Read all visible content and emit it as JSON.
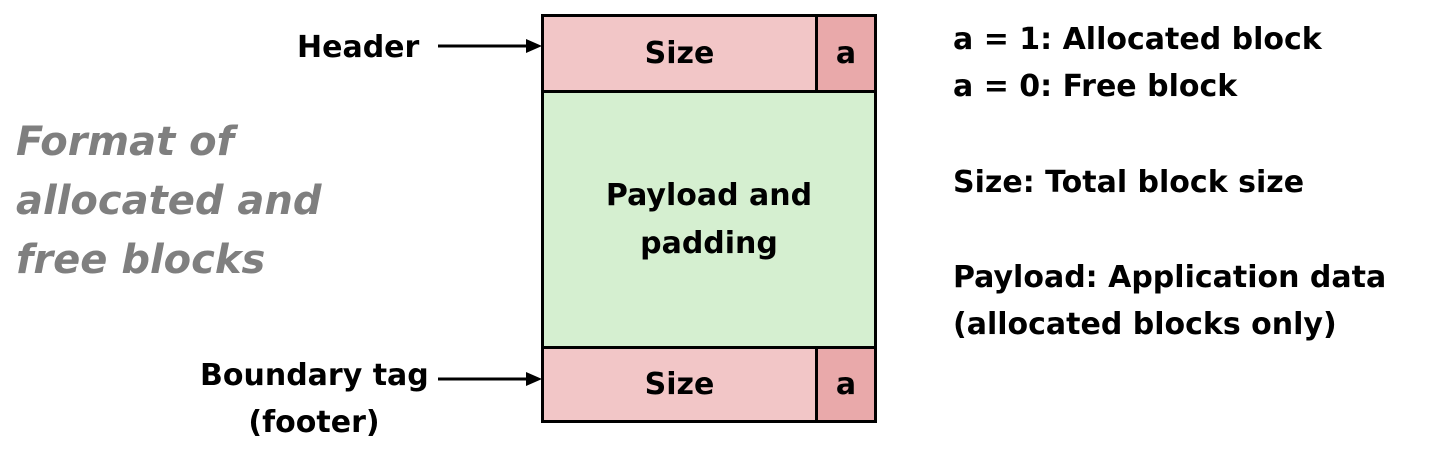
{
  "title_lines": [
    "Format of",
    "allocated and",
    "free blocks"
  ],
  "labels": {
    "header": "Header",
    "footer_line1": "Boundary tag",
    "footer_line2": "(footer)"
  },
  "block": {
    "header_size": "Size",
    "header_alloc": "a",
    "payload_line1": "Payload and",
    "payload_line2": "padding",
    "footer_size": "Size",
    "footer_alloc": "a"
  },
  "legend": {
    "alloc_one": "a = 1: Allocated block",
    "alloc_zero": "a = 0: Free block",
    "size_desc": "Size: Total block size",
    "payload_desc_line1": "Payload: Application data",
    "payload_desc_line2": "(allocated blocks only)"
  },
  "colors": {
    "size_fill": "#f2c6c7",
    "alloc_fill": "#e9a9aa",
    "payload_fill": "#d5efd0",
    "title_color": "#7f7f7f"
  }
}
